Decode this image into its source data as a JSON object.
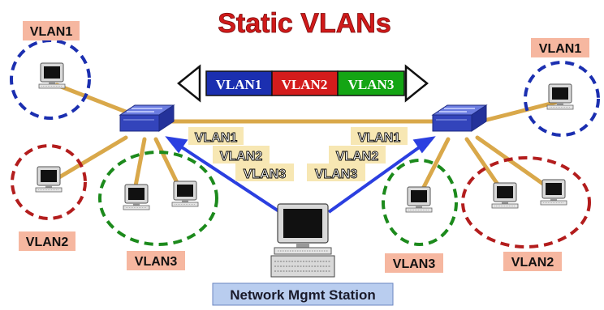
{
  "title": "Static VLANs",
  "trunk": {
    "segments": [
      "VLAN1",
      "VLAN2",
      "VLAN3"
    ]
  },
  "colors": {
    "title": "#d01a1a",
    "vlan1": "#1b2fb0",
    "vlan2": "#b31d1d",
    "vlan3": "#1c8a1c",
    "link": "#d9a84a",
    "label_bg": "#f6b7a0",
    "trunk_label_bg": "#f7e7b3",
    "mgmt_bg": "#b9cdef",
    "switch": "#3f4fc8",
    "arrow": "#2b3fe0"
  },
  "left_labels": {
    "vlan1": "VLAN1",
    "vlan2": "VLAN2",
    "vlan3": "VLAN3"
  },
  "right_labels": {
    "vlan1": "VLAN1",
    "vlan2": "VLAN2",
    "vlan3": "VLAN3"
  },
  "left_trunk_list": [
    "VLAN1",
    "VLAN2",
    "VLAN3"
  ],
  "right_trunk_list": [
    "VLAN1",
    "VLAN2",
    "VLAN3"
  ],
  "mgmt_station": "Network Mgmt Station"
}
